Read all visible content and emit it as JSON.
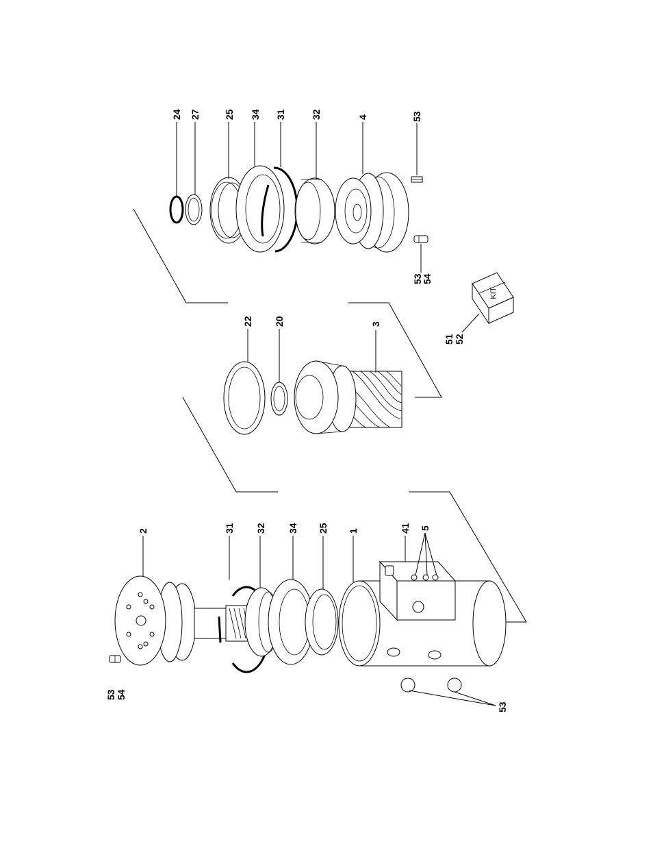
{
  "labels": {
    "l24": "24",
    "l27": "27",
    "l25a": "25",
    "l34a": "34",
    "l31a": "31",
    "l32a": "32",
    "l4": "4",
    "l53a": "53",
    "l53b": "53",
    "l54b": "54",
    "l22": "22",
    "l20": "20",
    "l3": "3",
    "l51": "51",
    "l52": "52",
    "l2": "2",
    "l31b": "31",
    "l32b": "32",
    "l34b": "34",
    "l25b": "25",
    "l1": "1",
    "l41": "41",
    "l5": "5",
    "l53c": "53",
    "l54c": "54",
    "l53d": "53"
  },
  "kit_text": "KIT"
}
